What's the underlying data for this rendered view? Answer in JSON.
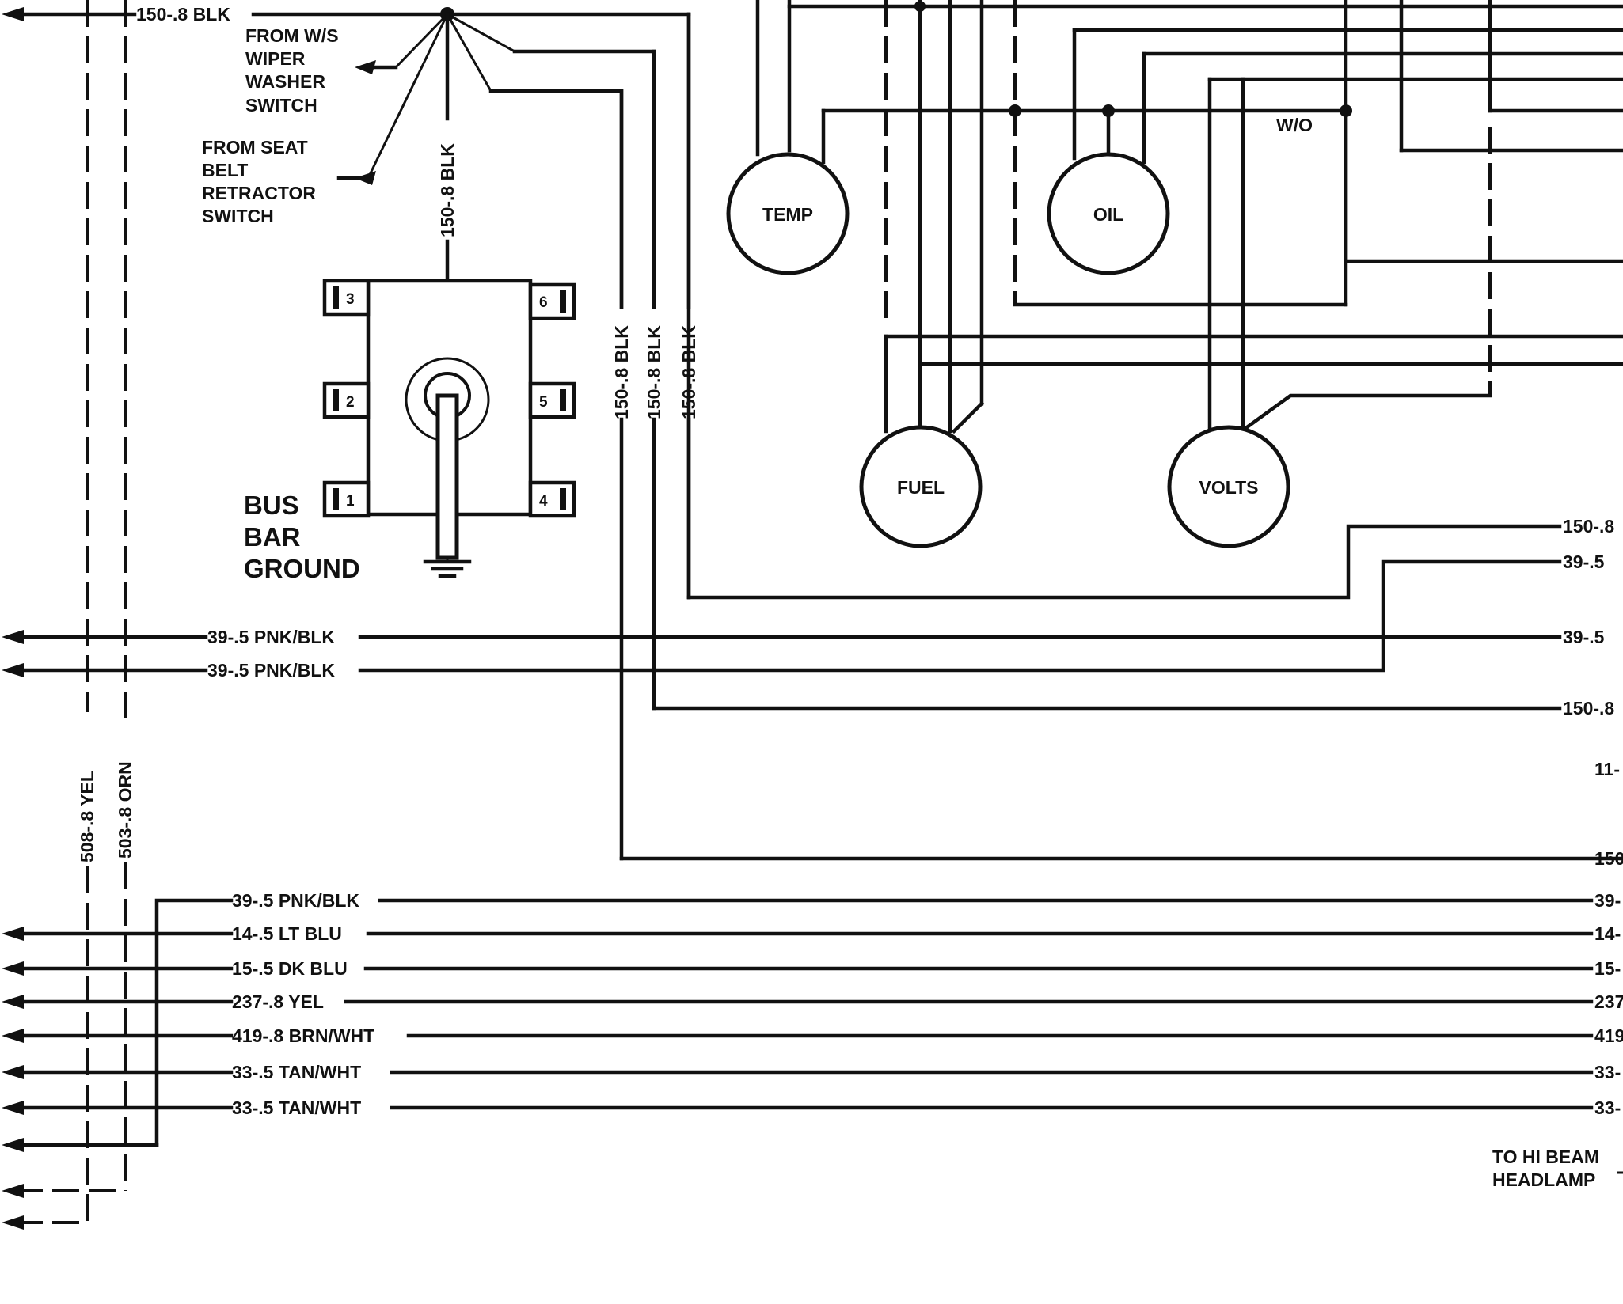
{
  "labels": {
    "top_blk": "150-.8 BLK",
    "ws_wiper": [
      "FROM W/S",
      "WIPER",
      "WASHER",
      "SWITCH"
    ],
    "seat_belt": [
      "FROM SEAT",
      "BELT",
      "RETRACTOR",
      "SWITCH"
    ],
    "vertical_blk": "150-.8 BLK",
    "bus_bar": [
      "BUS",
      "BAR",
      "GROUND"
    ],
    "pins": [
      "3",
      "6",
      "2",
      "5",
      "1",
      "4"
    ],
    "vert_a": "150-.8 BLK",
    "vert_b": "150-.8 BLK",
    "vert_c": "150-.8 BLK",
    "yel": "508-.8 YEL",
    "orn": "503-.8 ORN",
    "wo": "W/O",
    "hi_beam": [
      "TO HI BEAM",
      "HEADLAMP"
    ]
  },
  "gauges": {
    "temp": "TEMP",
    "oil": "OIL",
    "fuel": "FUEL",
    "volts": "VOLTS"
  },
  "left_wires": {
    "pnk1": "39-.5 PNK/BLK",
    "pnk2": "39-.5 PNK/BLK",
    "pnk3": "39-.5 PNK/BLK",
    "ltblu": "14-.5 LT BLU",
    "dkblu": "15-.5 DK BLU",
    "yel237": "237-.8 YEL",
    "brn": "419-.8 BRN/WHT",
    "tan1": "33-.5 TAN/WHT",
    "tan2": "33-.5 TAN/WHT"
  },
  "right_stubs": {
    "r1": "150-.8",
    "r2": "39-.5",
    "r3": "39-.5",
    "r4": "150-.8",
    "r5": "11-",
    "r6": "150",
    "r7": "39-",
    "r8": "14-",
    "r9": "15-",
    "r10": "237",
    "r11": "419",
    "r12": "33-",
    "r13": "33-"
  }
}
